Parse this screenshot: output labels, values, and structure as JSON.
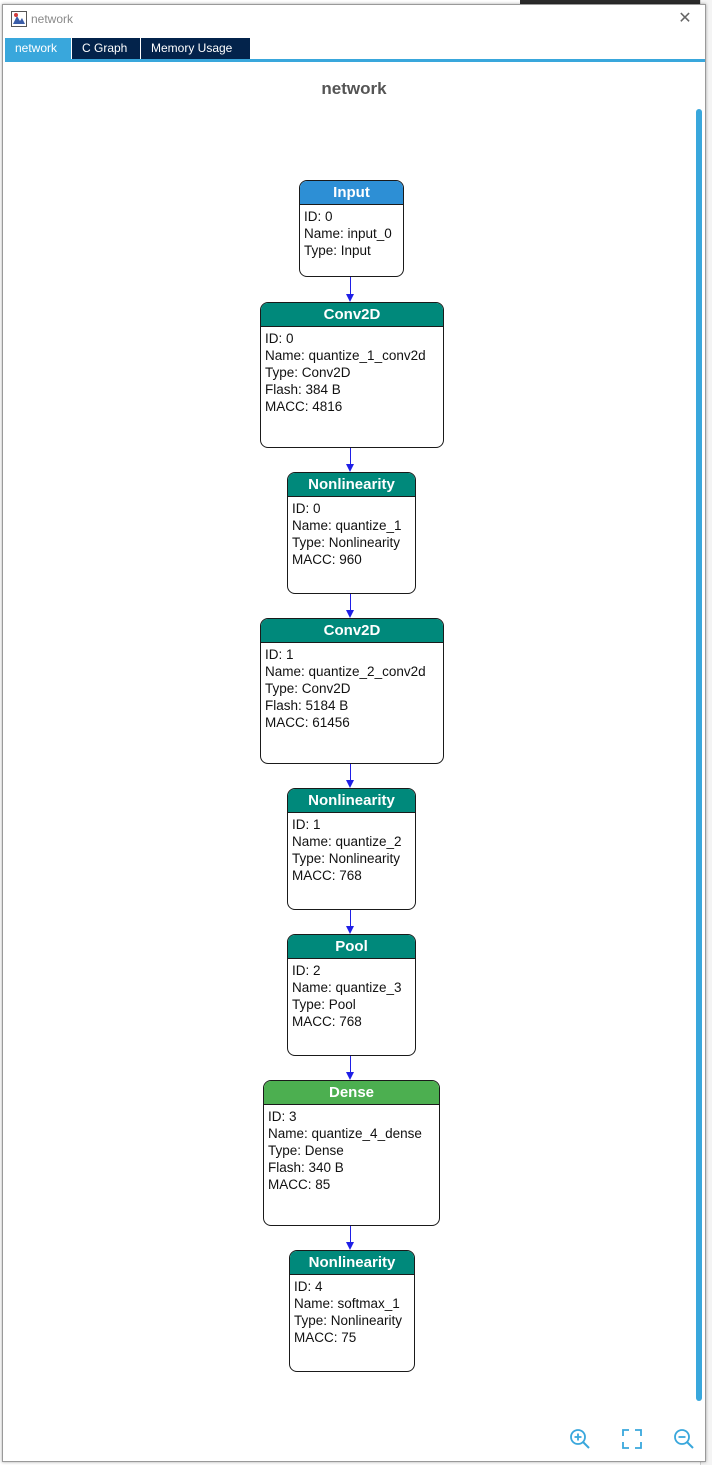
{
  "window": {
    "title": "network",
    "close_glyph": "✕"
  },
  "tabs": [
    {
      "label": "network",
      "active": true
    },
    {
      "label": "C Graph",
      "active": false
    },
    {
      "label": "Memory Usage",
      "active": false
    }
  ],
  "graph": {
    "title": "network",
    "nodes": [
      {
        "header": "Input",
        "color": "#2d8fd5",
        "lines": [
          "ID: 0",
          "Name: input_0",
          "Type: Input"
        ]
      },
      {
        "header": "Conv2D",
        "color": "#00897b",
        "lines": [
          "ID: 0",
          "Name: quantize_1_conv2d",
          "Type: Conv2D",
          "Flash: 384 B",
          "MACC: 4816"
        ]
      },
      {
        "header": "Nonlinearity",
        "color": "#00897b",
        "lines": [
          "ID: 0",
          "Name: quantize_1",
          "Type: Nonlinearity",
          "MACC: 960"
        ]
      },
      {
        "header": "Conv2D",
        "color": "#00897b",
        "lines": [
          "ID: 1",
          "Name: quantize_2_conv2d",
          "Type: Conv2D",
          "Flash: 5184 B",
          "MACC: 61456"
        ]
      },
      {
        "header": "Nonlinearity",
        "color": "#00897b",
        "lines": [
          "ID: 1",
          "Name: quantize_2",
          "Type: Nonlinearity",
          "MACC: 768"
        ]
      },
      {
        "header": "Pool",
        "color": "#00897b",
        "lines": [
          "ID: 2",
          "Name: quantize_3",
          "Type: Pool",
          "MACC: 768"
        ]
      },
      {
        "header": "Dense",
        "color": "#4caf50",
        "lines": [
          "ID: 3",
          "Name: quantize_4_dense",
          "Type: Dense",
          "Flash: 340 B",
          "MACC: 85"
        ]
      },
      {
        "header": "Nonlinearity",
        "color": "#00897b",
        "lines": [
          "ID: 4",
          "Name: softmax_1",
          "Type: Nonlinearity",
          "MACC: 75"
        ]
      }
    ]
  },
  "controls": [
    {
      "name": "zoom-in-icon"
    },
    {
      "name": "fit-to-screen-icon"
    },
    {
      "name": "zoom-out-icon"
    }
  ],
  "colors": {
    "accent": "#39a7dc",
    "tab_inactive": "#03234b",
    "edge": "#1f1fe6"
  }
}
